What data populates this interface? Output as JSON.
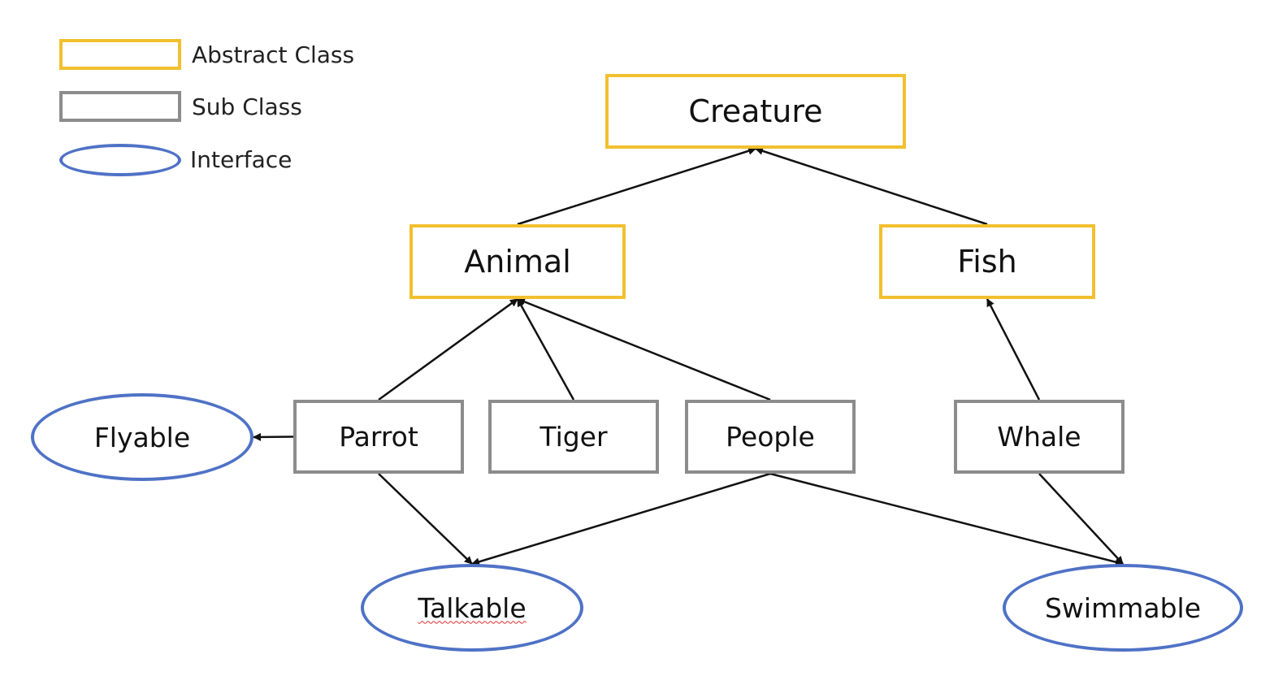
{
  "legend": {
    "abstract_label": "Abstract Class",
    "sub_label": "Sub Class",
    "interface_label": "Interface"
  },
  "colors": {
    "abstract_border": "#f2c02f",
    "sub_border": "#8c8c8c",
    "interface_border": "#4f72c6",
    "edge": "#111111",
    "spellcheck_underline": "#e03030"
  },
  "nodes": {
    "creature": "Creature",
    "animal": "Animal",
    "fish": "Fish",
    "parrot": "Parrot",
    "tiger": "Tiger",
    "people": "People",
    "whale": "Whale",
    "flyable": "Flyable",
    "talkable": "Talkable",
    "swimmable": "Swimmable"
  },
  "edges": [
    {
      "from": "animal",
      "to": "creature"
    },
    {
      "from": "fish",
      "to": "creature"
    },
    {
      "from": "parrot",
      "to": "animal"
    },
    {
      "from": "tiger",
      "to": "animal"
    },
    {
      "from": "people",
      "to": "animal"
    },
    {
      "from": "whale",
      "to": "fish"
    },
    {
      "from": "parrot",
      "to": "flyable"
    },
    {
      "from": "parrot",
      "to": "talkable"
    },
    {
      "from": "people",
      "to": "talkable"
    },
    {
      "from": "people",
      "to": "swimmable"
    },
    {
      "from": "whale",
      "to": "swimmable"
    }
  ]
}
